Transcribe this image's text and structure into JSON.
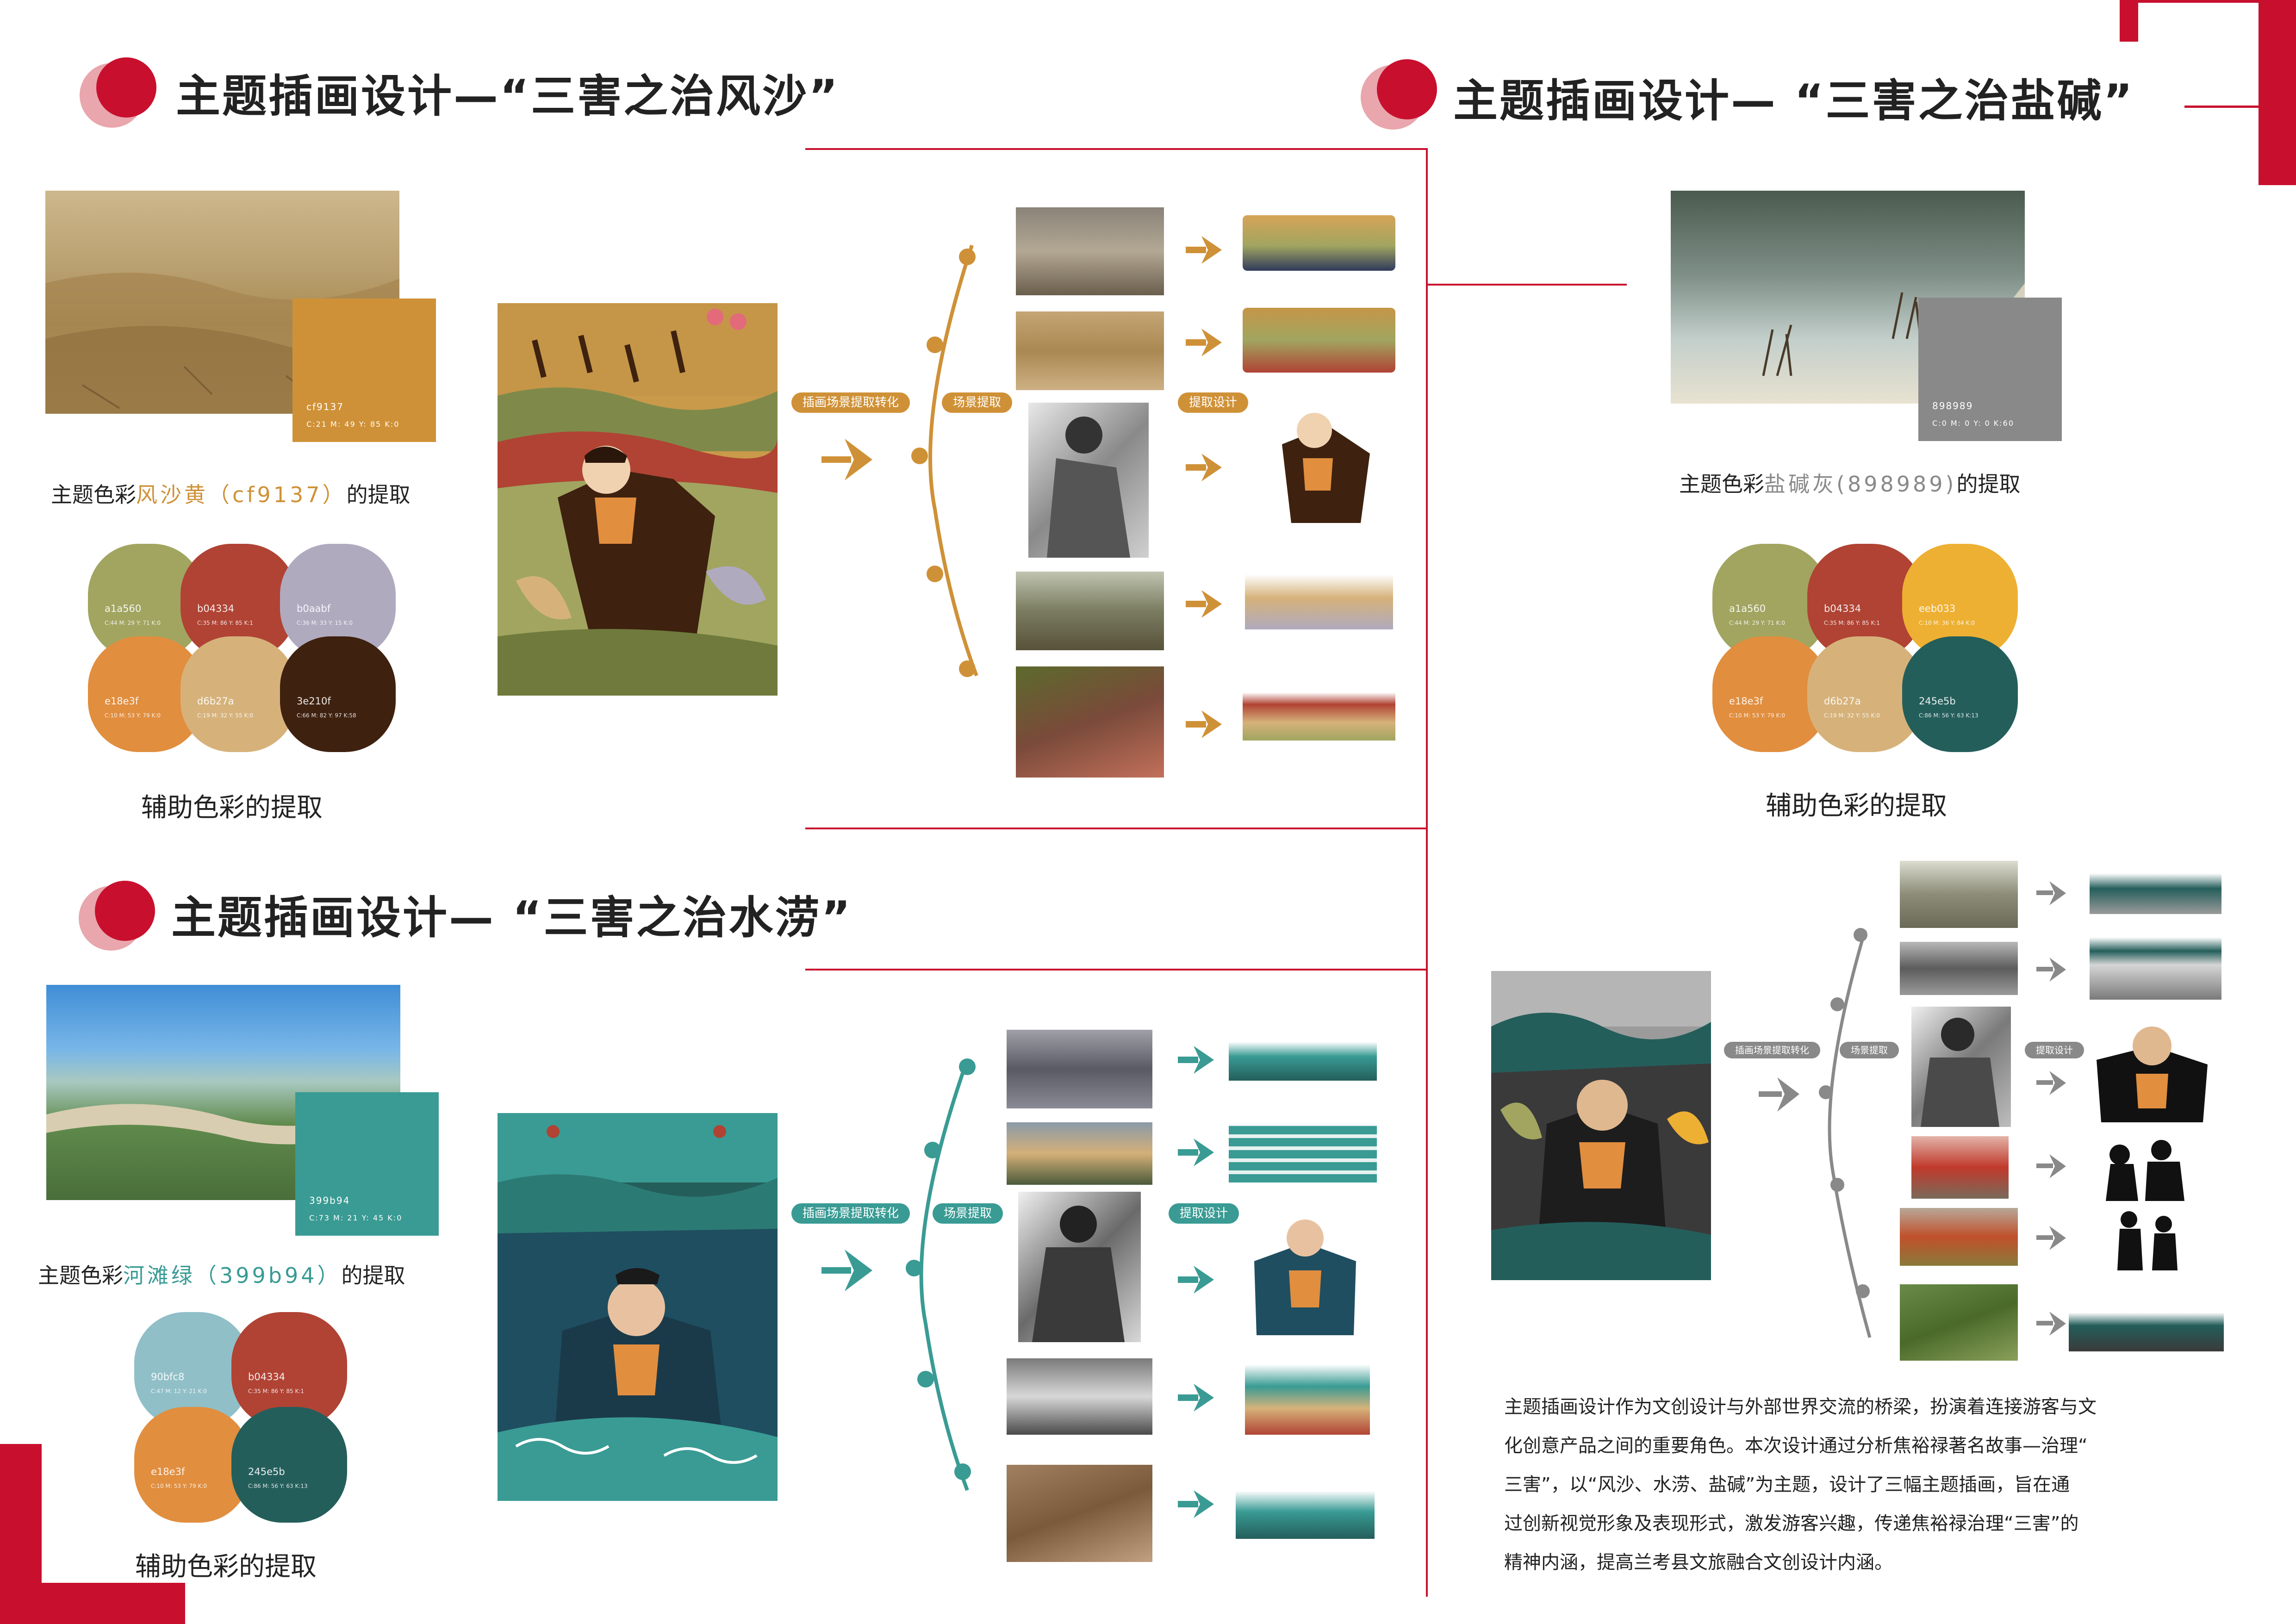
{
  "colors": {
    "accent_red": "#c8102e",
    "fengsha": "#cf9137",
    "yanjian": "#898989",
    "shuilao": "#399b94"
  },
  "sections": {
    "fengsha": {
      "title": "主题插画设计—“三害之治风沙”",
      "swatch_hex": "cf9137",
      "swatch_cmyk": "C:21 M: 49 Y: 85 K:0",
      "caption_prefix": "主题色彩",
      "caption_highlight": "风沙黄（cf9137）",
      "caption_suffix": "的提取",
      "aux_caption": "辅助色彩的提取",
      "aux_colors": [
        {
          "hex": "a1a560",
          "cmyk": "C:44 M: 29 Y: 71 K:0",
          "color": "#a1a560"
        },
        {
          "hex": "b04334",
          "cmyk": "C:35 M: 86 Y: 85 K:1",
          "color": "#b04334"
        },
        {
          "hex": "b0aabf",
          "cmyk": "C:36 M: 33 Y: 15 K:0",
          "color": "#b0aabf"
        },
        {
          "hex": "e18e3f",
          "cmyk": "C:10 M: 53 Y: 79 K:0",
          "color": "#e18e3f"
        },
        {
          "hex": "d6b27a",
          "cmyk": "C:19 M: 32 Y: 55 K:0",
          "color": "#d6b27a"
        },
        {
          "hex": "3e210f",
          "cmyk": "C:66 M: 82 Y: 97 K:58",
          "color": "#3e210f"
        }
      ],
      "pill_1": "插画场景提取转化",
      "pill_2": "场景提取",
      "pill_3": "提取设计"
    },
    "yanjian": {
      "title": "主题插画设计—  “三害之治盐碱”",
      "swatch_hex": "898989",
      "swatch_cmyk": "C:0 M: 0 Y: 0 K:60",
      "caption_prefix": "主题色彩",
      "caption_highlight": "盐碱灰(898989)",
      "caption_suffix": "的提取",
      "aux_caption": "辅助色彩的提取",
      "aux_colors": [
        {
          "hex": "a1a560",
          "cmyk": "C:44 M: 29 Y: 71 K:0",
          "color": "#a1a560"
        },
        {
          "hex": "b04334",
          "cmyk": "C:35 M: 86 Y: 85 K:1",
          "color": "#b04334"
        },
        {
          "hex": "eeb033",
          "cmyk": "C:10 M: 36 Y: 84 K:0",
          "color": "#eeb033"
        },
        {
          "hex": "e18e3f",
          "cmyk": "C:10 M: 53 Y: 79 K:0",
          "color": "#e18e3f"
        },
        {
          "hex": "d6b27a",
          "cmyk": "C:19 M: 32 Y: 55 K:0",
          "color": "#d6b27a"
        },
        {
          "hex": "245e5b",
          "cmyk": "C:86 M: 56 Y: 63 K:13",
          "color": "#245e5b"
        }
      ],
      "pill_1": "插画场景提取转化",
      "pill_2": "场景提取",
      "pill_3": "提取设计"
    },
    "shuilao": {
      "title": "主题插画设计—  “三害之治水涝”",
      "swatch_hex": "399b94",
      "swatch_cmyk": "C:73 M: 21 Y: 45 K:0",
      "caption_prefix": "主题色彩",
      "caption_highlight": "河滩绿（399b94）",
      "caption_suffix": "的提取",
      "aux_caption": "辅助色彩的提取",
      "aux_colors": [
        {
          "hex": "90bfc8",
          "cmyk": "C:47 M: 12 Y: 21 K:0",
          "color": "#90bfc8"
        },
        {
          "hex": "b04334",
          "cmyk": "C:35 M: 86 Y: 85 K:1",
          "color": "#b04334"
        },
        {
          "hex": "e18e3f",
          "cmyk": "C:10 M: 53 Y: 79 K:0",
          "color": "#e18e3f"
        },
        {
          "hex": "245e5b",
          "cmyk": "C:86 M: 56 Y: 63 K:13",
          "color": "#245e5b"
        }
      ],
      "pill_1": "插画场景提取转化",
      "pill_2": "场景提取",
      "pill_3": "提取设计"
    }
  },
  "description": {
    "lines": [
      "主题插画设计作为文创设计与外部世界交流的桥梁，扮演着连接游客与文",
      "化创意产品之间的重要角色。本次设计通过分析焦裕禄著名故事—治理“",
      "三害”，以“风沙、水涝、盐碱”为主题，设计了三幅主题插画，旨在通",
      "过创新视觉形象及表现形式，激发游客兴趣，传递焦裕禄治理“三害”的",
      "精神内涵，提高兰考县文旅融合文创设计内涵。"
    ]
  }
}
